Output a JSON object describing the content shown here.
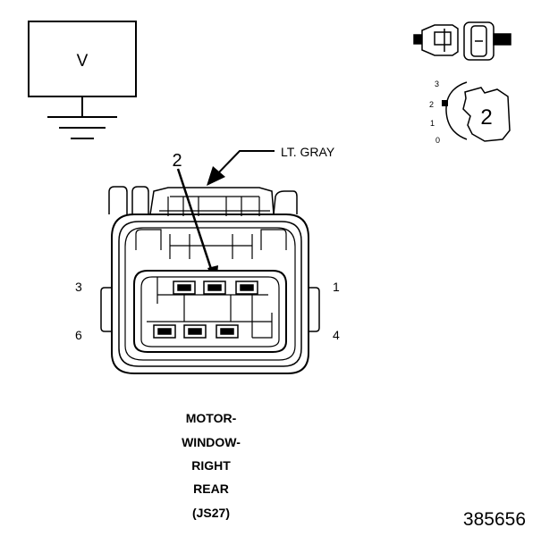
{
  "component": {
    "symbol_label": "V",
    "caption_lines": [
      "MOTOR-",
      "WINDOW-",
      "RIGHT",
      "REAR",
      "(JS27)"
    ]
  },
  "connector": {
    "color_label": "LT. GRAY",
    "callout_number": "2",
    "pin_labels": {
      "top_left": "3",
      "bottom_left": "6",
      "top_right": "1",
      "bottom_right": "4"
    }
  },
  "key_icon": {
    "position_numbers": [
      "3",
      "2",
      "1",
      "0"
    ],
    "key_number": "2"
  },
  "figure_number": "385656"
}
